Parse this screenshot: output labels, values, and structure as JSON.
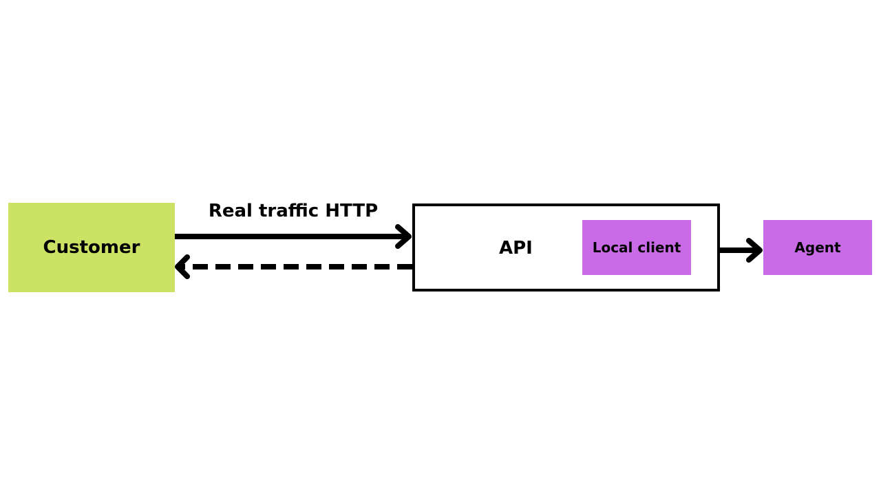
{
  "nodes": {
    "customer": {
      "label": "Customer",
      "color": "#cbe265"
    },
    "api": {
      "label": "API",
      "color": "#ffffff"
    },
    "local_client": {
      "label": "Local client",
      "color": "#c96ae6"
    },
    "agent": {
      "label": "Agent",
      "color": "#c96ae6"
    }
  },
  "edges": {
    "request": {
      "label": "Real traffic HTTP",
      "from": "Customer",
      "to": "API",
      "style": "solid"
    },
    "response": {
      "from": "API",
      "to": "Customer",
      "style": "dashed"
    },
    "forward": {
      "from": "Local client",
      "to": "Agent",
      "style": "solid"
    }
  }
}
